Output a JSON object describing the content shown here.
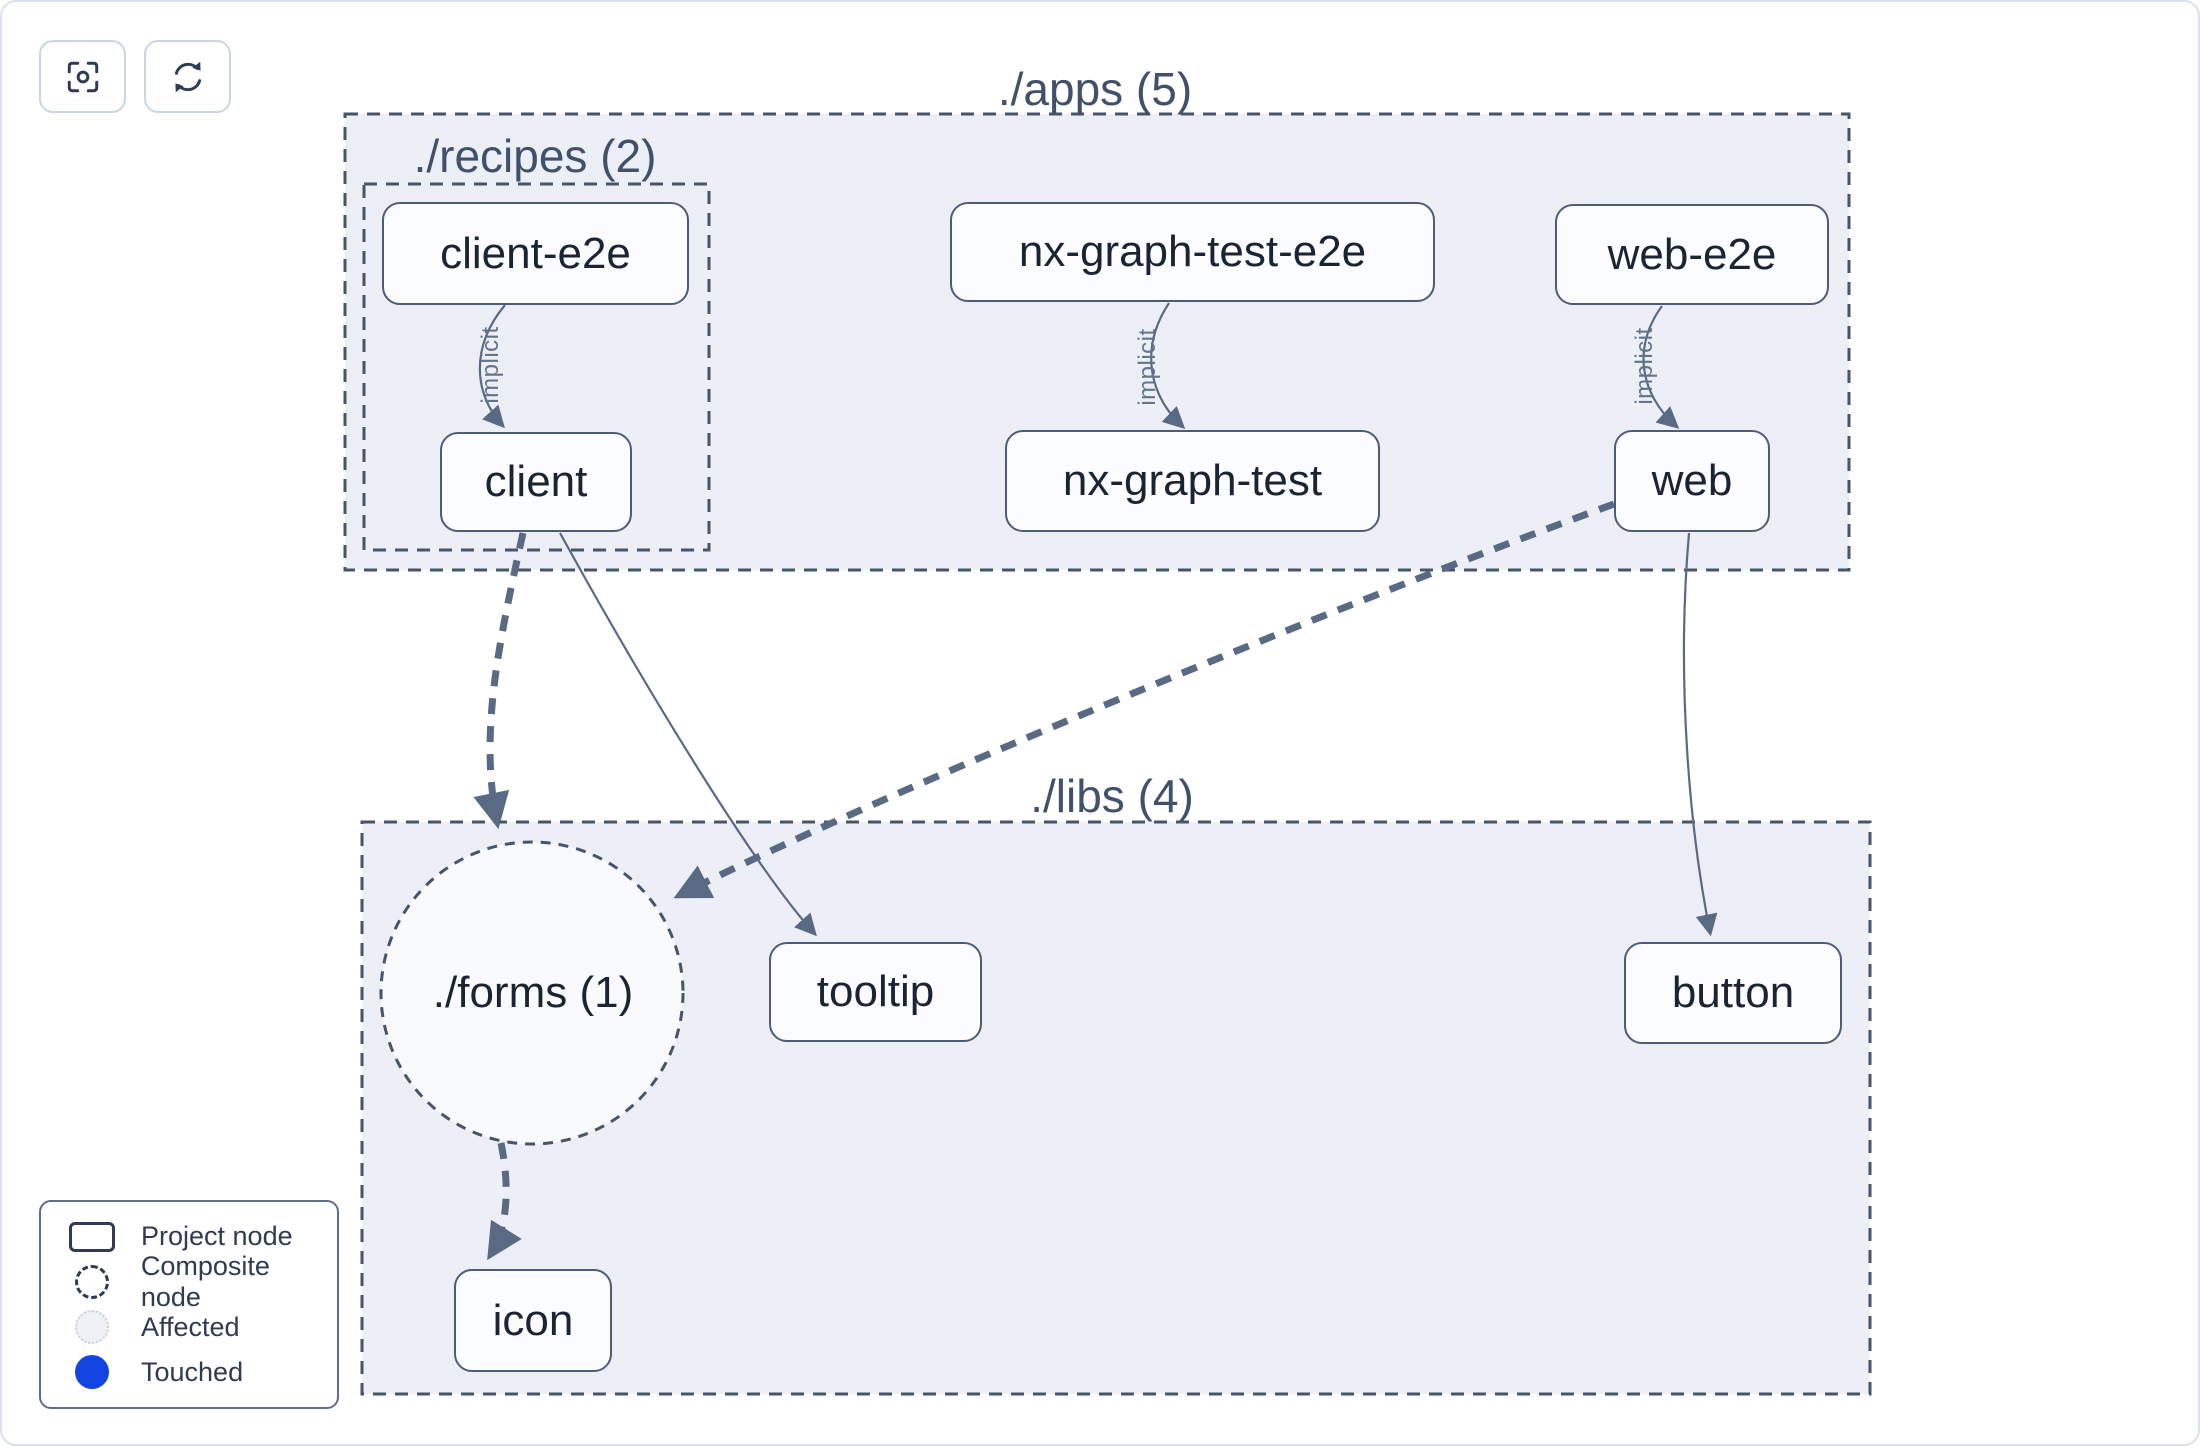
{
  "toolbar": {
    "buttons": [
      {
        "id": "focus",
        "icon": "focus-icon"
      },
      {
        "id": "refresh",
        "icon": "refresh-icon"
      }
    ]
  },
  "graph": {
    "containers": [
      {
        "id": "apps",
        "label": "./apps (5)"
      },
      {
        "id": "recipes",
        "label": "./recipes (2)"
      },
      {
        "id": "libs",
        "label": "./libs (4)"
      }
    ],
    "composite_nodes": [
      {
        "id": "forms",
        "label": "./forms (1)"
      }
    ],
    "nodes": [
      {
        "id": "client-e2e",
        "label": "client-e2e"
      },
      {
        "id": "nx-graph-test-e2e",
        "label": "nx-graph-test-e2e"
      },
      {
        "id": "web-e2e",
        "label": "web-e2e"
      },
      {
        "id": "client",
        "label": "client"
      },
      {
        "id": "nx-graph-test",
        "label": "nx-graph-test"
      },
      {
        "id": "web",
        "label": "web"
      },
      {
        "id": "tooltip",
        "label": "tooltip"
      },
      {
        "id": "button",
        "label": "button"
      },
      {
        "id": "icon",
        "label": "icon"
      }
    ],
    "edges": [
      {
        "source": "client-e2e",
        "target": "client",
        "type": "implicit",
        "label": "implicit"
      },
      {
        "source": "nx-graph-test-e2e",
        "target": "nx-graph-test",
        "type": "implicit",
        "label": "implicit"
      },
      {
        "source": "web-e2e",
        "target": "web",
        "type": "implicit",
        "label": "implicit"
      },
      {
        "source": "client",
        "target": "./forms (1)",
        "type": "dependency-to-composite",
        "label": ""
      },
      {
        "source": "client",
        "target": "tooltip",
        "type": "static",
        "label": ""
      },
      {
        "source": "web",
        "target": "./forms (1)",
        "type": "dependency-to-composite",
        "label": ""
      },
      {
        "source": "web",
        "target": "button",
        "type": "static",
        "label": ""
      },
      {
        "source": "./forms (1)",
        "target": "icon",
        "type": "dependency-to-composite",
        "label": ""
      }
    ]
  },
  "legend": {
    "items": [
      {
        "label": "Project node",
        "swatch": "project-rect"
      },
      {
        "label": "Composite node",
        "swatch": "composite-dashed-circle"
      },
      {
        "label": "Affected",
        "swatch": "affected-circle"
      },
      {
        "label": "Touched",
        "swatch": "touched-circle"
      }
    ]
  },
  "colors": {
    "container_fill": "#ecf0f6",
    "dashed_border": "#475569",
    "edge": "#5a6a84",
    "node_border": "#4d5c77",
    "node_fill": "#fbfcfe",
    "node_text": "#1b2433",
    "composite_fill": "#f8fafc",
    "affected_fill": "#eef1f6",
    "touched_blue": "#1144e0",
    "card_border": "#dbe1ee"
  }
}
